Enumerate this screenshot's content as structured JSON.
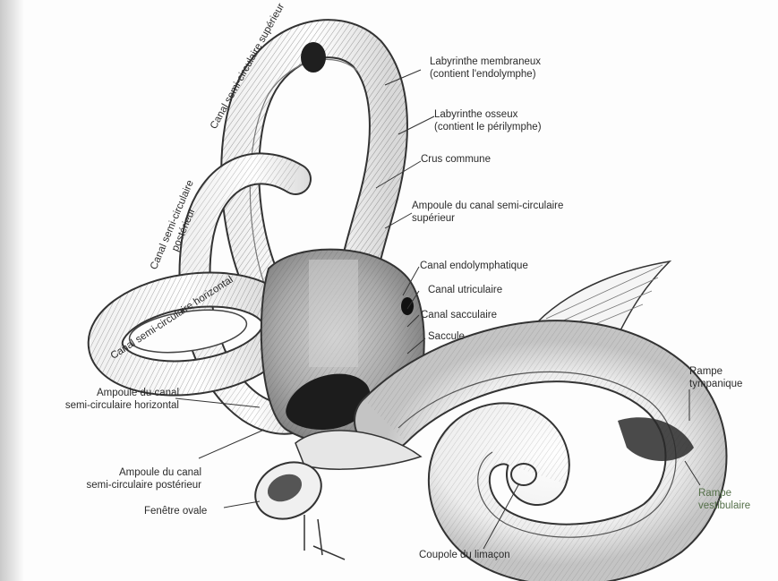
{
  "labels": {
    "canal_sup": "Canal semi-circulaire supérieur",
    "lab_membraneux_1": "Labyrinthe membraneux",
    "lab_membraneux_2": "(contient l'endolymphe)",
    "lab_osseux_1": "Labyrinthe osseux",
    "lab_osseux_2": "(contient le périlymphe)",
    "crus_commune": "Crus commune",
    "ampoule_sup_1": "Ampoule du canal semi-circulaire",
    "ampoule_sup_2": "supérieur",
    "canal_post_1": "Canal semi-circulaire",
    "canal_post_2": "postérieur",
    "canal_horiz": "Canal semi-circulaire horizontal",
    "canal_endo": "Canal endolymphatique",
    "canal_utric": "Canal utriculaire",
    "canal_sacc": "Canal sacculaire",
    "saccule": "Saccule",
    "ampoule_horiz_1": "Ampoule du canal",
    "ampoule_horiz_2": "semi-circulaire horizontal",
    "ampoule_post_1": "Ampoule du canal",
    "ampoule_post_2": "semi-circulaire postérieur",
    "fenetre_ovale": "Fenêtre ovale",
    "rampe_tymp_1": "Rampe",
    "rampe_tymp_2": "tympanique",
    "rampe_vest_1": "Rampe",
    "rampe_vest_2": "vestibulaire",
    "coupole": "Coupole du limaçon"
  },
  "colors": {
    "ink": "#2b2b2b",
    "vestibular_label": "#55704a"
  }
}
